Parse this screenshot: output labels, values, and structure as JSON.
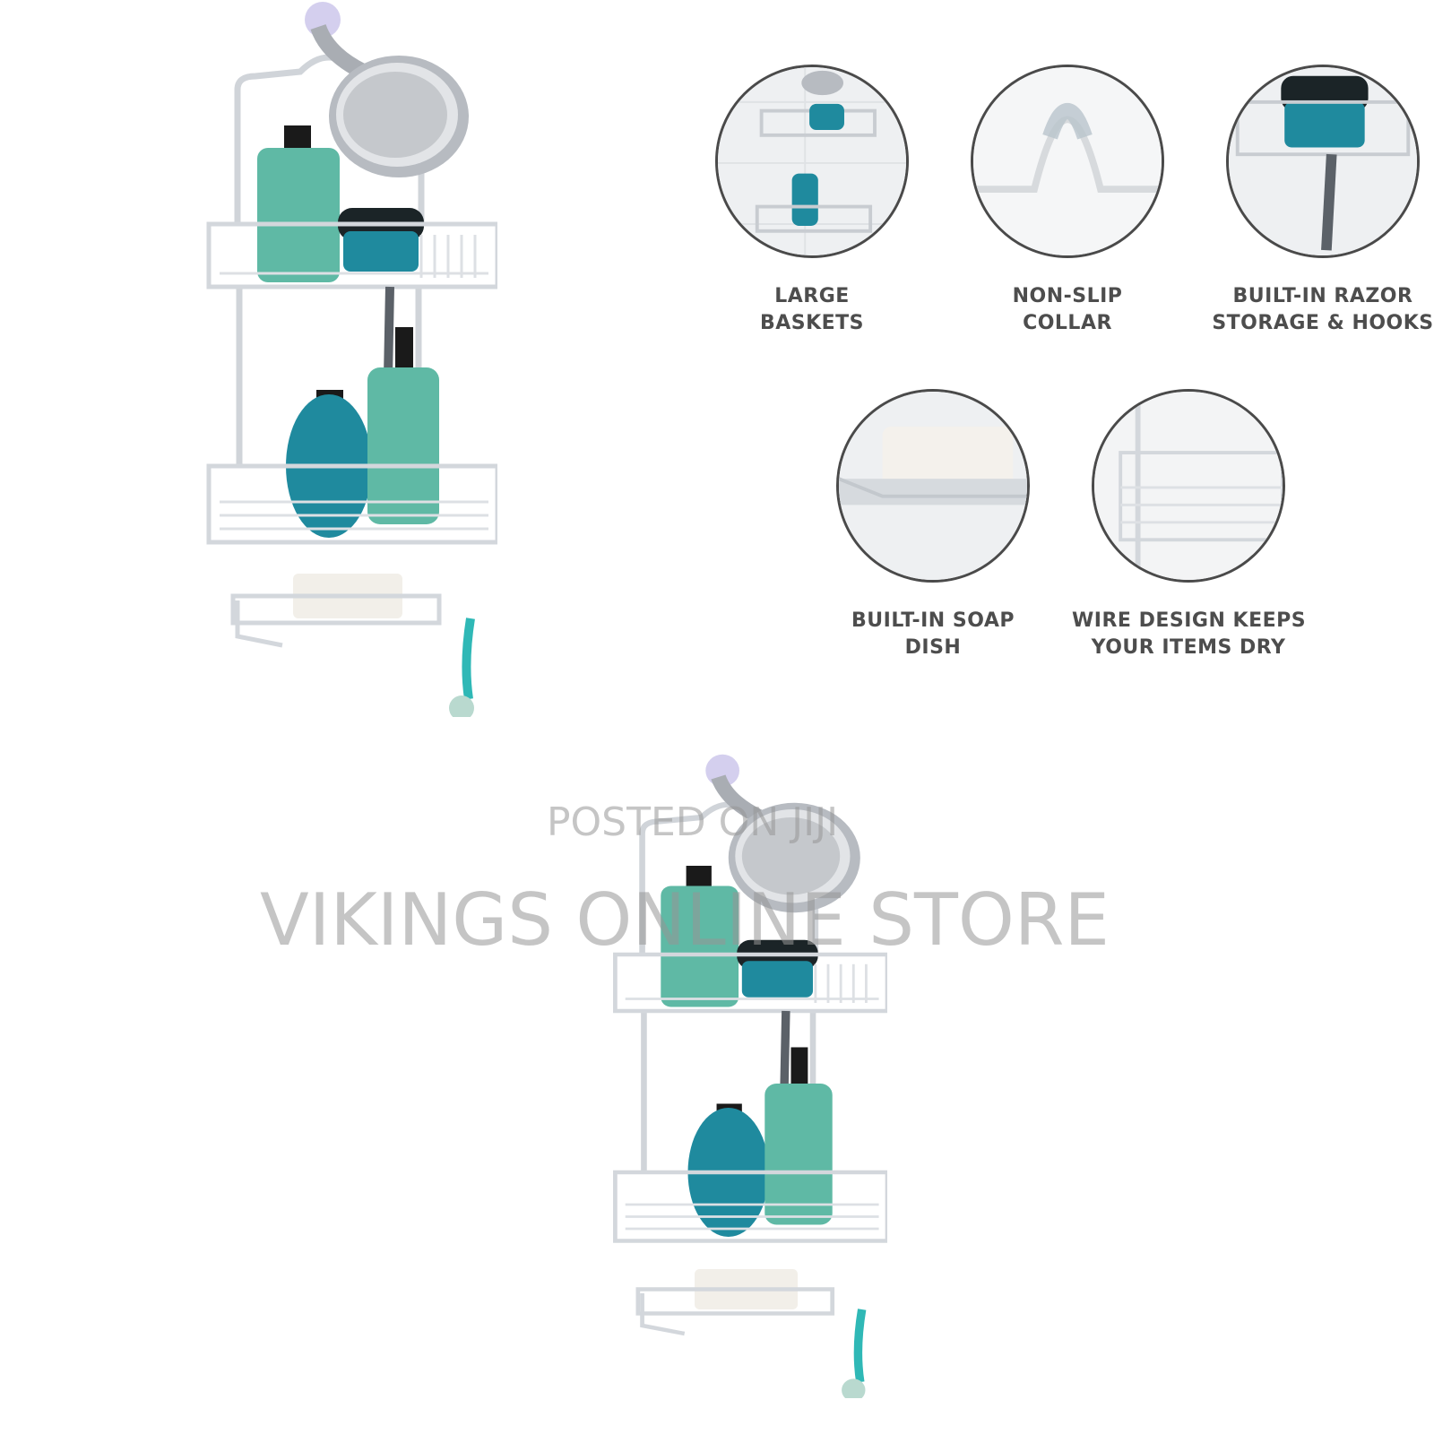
{
  "features": [
    {
      "lines": [
        "LARGE",
        "BASKETS"
      ],
      "icon": "large-baskets-photo"
    },
    {
      "lines": [
        "NON-SLIP",
        "COLLAR"
      ],
      "icon": "non-slip-collar-photo"
    },
    {
      "lines": [
        "BUILT-IN RAZOR",
        "STORAGE & HOOKS"
      ],
      "icon": "razor-storage-photo"
    },
    {
      "lines": [
        "BUILT-IN SOAP",
        "DISH"
      ],
      "icon": "soap-dish-photo"
    },
    {
      "lines": [
        "WIRE DESIGN KEEPS",
        "YOUR ITEMS DRY"
      ],
      "icon": "wire-design-photo"
    }
  ],
  "watermark": {
    "small": "POSTED ON JIJI",
    "large": "VIKINGS ONLINE STORE"
  },
  "colors": {
    "teal_light": "#5fb9a5",
    "teal_dark": "#1f8a9e",
    "aluminum": "#d3d7dc",
    "label_text": "#4d4d4d"
  }
}
